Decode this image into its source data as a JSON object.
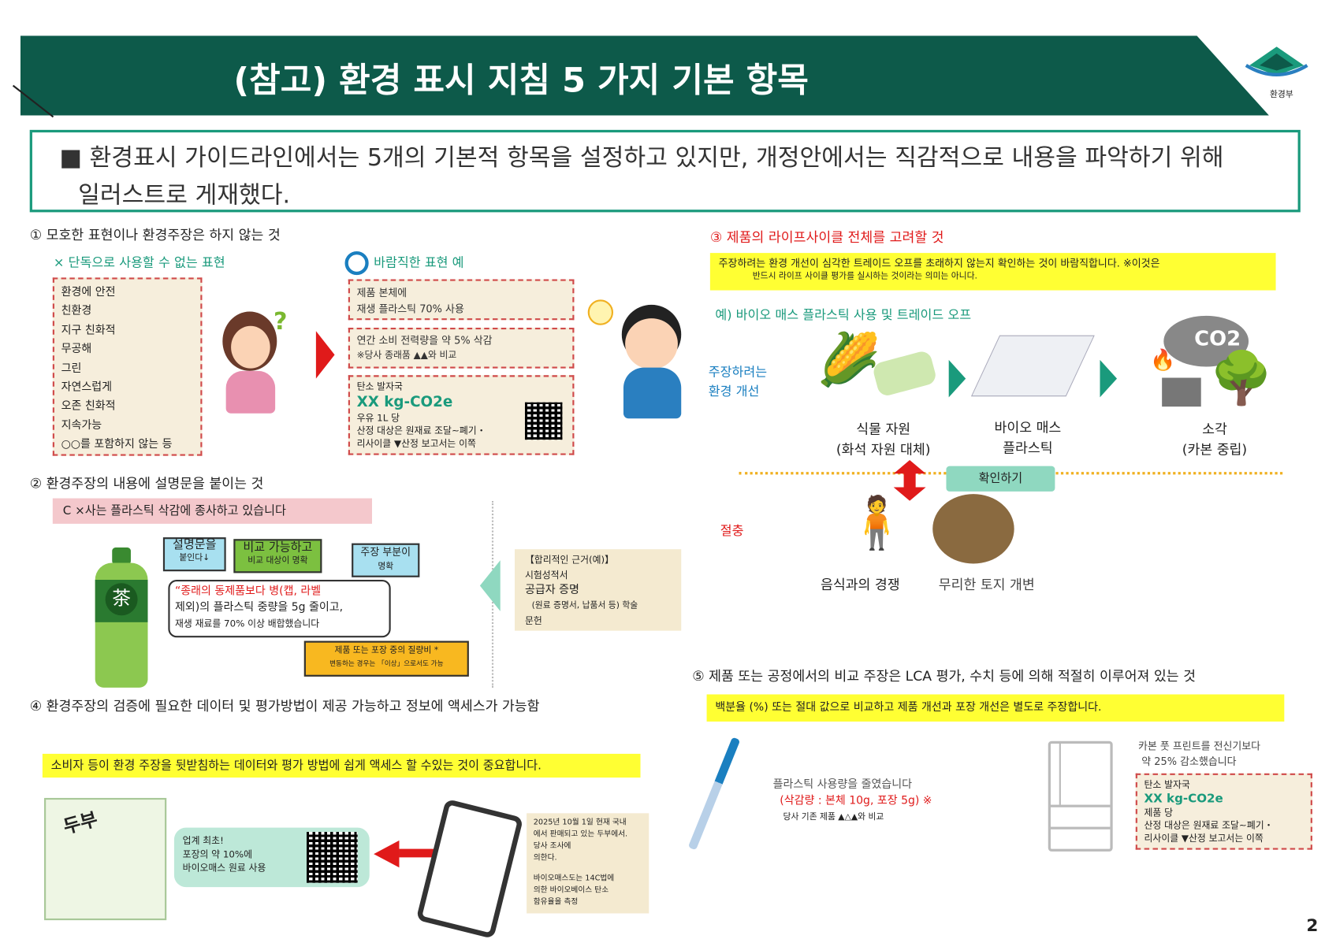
{
  "header": {
    "title": "(참고) 환경 표시 지침 5 가지 기본 항목",
    "logo_text": "환경부"
  },
  "intro": {
    "bullet": "■",
    "text_line1": "환경표시 가이드라인에서는 5개의 기본적 항목을 설정하고 있지만, 개정안에서는 직감적으로 내용을 파악하기 위해",
    "text_line2": "일러스트로 게재했다."
  },
  "s1": {
    "title": "① 모호한 표현이나 환경주장은 하지 않는 것",
    "bad_label": "× 단독으로 사용할 수 없는 표현",
    "bad_items": [
      "환경에 안전",
      "친환경",
      "지구 친화적",
      "무공해",
      "그린",
      "자연스럽게",
      "오존 친화적",
      "지속가능",
      "○○를 포함하지 않는 등"
    ],
    "good_label": "바람직한 표현 예",
    "good1": [
      "제품 본체에",
      "재생 플라스틱 70% 사용"
    ],
    "good2": [
      "연간 소비 전력량을 약 5% 삭감",
      "※당사 종래품 ▲▲와 비교"
    ],
    "good3": {
      "label": "탄소 발자국",
      "value": "XX kg-CO2e",
      "lines": [
        "우유 1L 당",
        "산정 대상은 원재료 조달~폐기・",
        "리사이클 ▼산정 보고서는 이쪽"
      ]
    },
    "question_mark": "?"
  },
  "s2": {
    "title": "② 환경주장의 내용에 설명문을 붙이는 것",
    "claim": "C ×사는 플라스틱 삭감에 종사하고 있습니다",
    "tag1": [
      "설명문을",
      "붙인다↓"
    ],
    "tag2": [
      "비교 가능하고",
      "비교 대상이 명확"
    ],
    "tag3": [
      "주장 부분이",
      "명확"
    ],
    "bubble": {
      "red": "“종래의 동제품보다 병(캡, 라벨",
      "line2": "제외)의 플라스틱 중량을 5g 줄이고,",
      "line3": "재생 재료를 70% 이상 배합했습니다"
    },
    "orange": [
      "제품 또는 포장 중의 질량비 *",
      "변동하는 경우는 「이상」으로서도 가능"
    ],
    "bottle_label": "茶",
    "basis": {
      "title": "【합리적인 근거(예)】",
      "items": [
        "시험성적서",
        "공급자 증명",
        "(원료 증명서, 납품서 등) 학술",
        "문헌"
      ]
    }
  },
  "s3": {
    "title": "③ 제품의 라이프사이클 전체를 고려할 것",
    "note_line1": "주장하려는 환경 개선이 심각한 트레이드 오프를 초래하지 않는지 확인하는 것이 바람직합니다. ※이것은",
    "note_line2": "반드시 라이프 사이클 평가를 실시하는 것이라는 의미는 아니다.",
    "example": "예) 바이오 매스 플라스틱 사용 및 트레이드 오프",
    "claim_label": [
      "주장하려는",
      "환경 개선"
    ],
    "step1": [
      "식물 자원",
      "(화석 자원 대체)"
    ],
    "step2": [
      "바이오 매스",
      "플라스틱"
    ],
    "step3": [
      "소각",
      "(카본 중립)"
    ],
    "co2": "CO2",
    "check": "확인하기",
    "tradeoff": "절충",
    "issue1": "음식과의 경쟁",
    "issue2": "무리한 토지 개변"
  },
  "s4": {
    "title": "④ 환경주장의 검증에 필요한 데이터 및 평가방법이 제공 가능하고 정보에 액세스가 가능함",
    "note": "소비자 등이 환경 주장을 뒷받침하는 데이터와 평가 방법에 쉽게 액세스 할 수있는 것이 중요합니다.",
    "package_label": "두부",
    "bubble": [
      "업계 최초!",
      "포장의 약 10%에",
      "바이오매스 원료 사용"
    ],
    "info": [
      "2025년 10월 1일 현재 국내",
      "에서 판매되고 있는 두부에서.",
      "당사 조사에",
      "의한다.",
      "",
      "바이오매스도는 14C법에",
      "의한 바이오베이스 탄소",
      "함유율을 측정"
    ]
  },
  "s5": {
    "title": "⑤ 제품 또는 공정에서의 비교 주장은 LCA 평가, 수치 등에 의해 적절히 이루어져 있는 것",
    "note": "백분율 (%) 또는 절대 값으로 비교하고 제품 개선과 포장 개선은 별도로 주장합니다.",
    "pen": {
      "line1": "플라스틱 사용량을 줄였습니다",
      "line2": "(삭감량 : 본체 10g, 포장 5g) ※",
      "line3": "당사 기존 제품 ▲△▲와 비교"
    },
    "fridge": {
      "line1": "카본 풋 프린트를 전신기보다",
      "line2": "약 25% 감소했습니다"
    },
    "cfp": {
      "label": "탄소 발자국",
      "value": "XX kg-CO2e",
      "lines": [
        "제품 당",
        "산정 대상은 원재료 조달~폐기・",
        "리사이클 ▼산정 보고서는 이쪽"
      ]
    }
  },
  "page_number": "2",
  "colors": {
    "header": "#0d5a4a",
    "accent": "#1a9a7c",
    "red": "#e01a1a",
    "yellow": "#ffff33"
  }
}
